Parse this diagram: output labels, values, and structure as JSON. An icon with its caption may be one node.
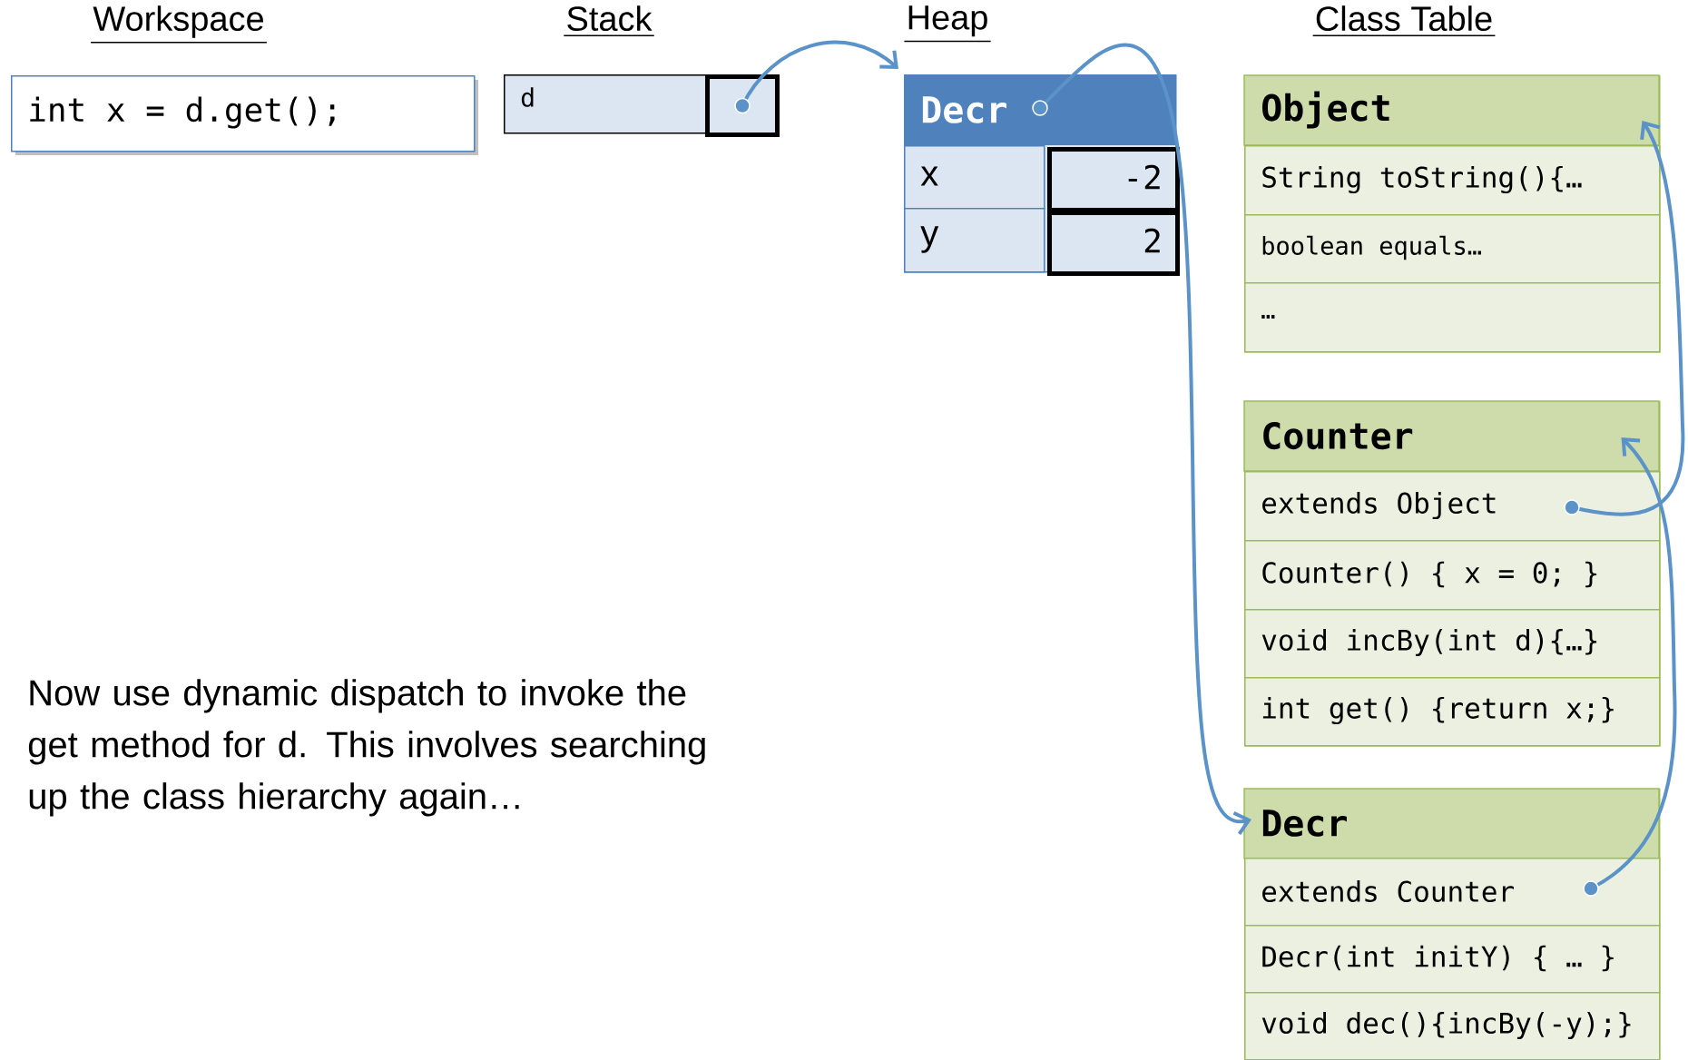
{
  "diagram": {
    "nodes": [
      {
        "text": [
          "int x = d.get();"
        ]
      },
      {
        "text": [
          "d"
        ]
      },
      {
        "text": [],
        "shape": "box"
      },
      {
        "text": [
          "Decr"
        ]
      },
      {
        "text": [
          "x"
        ],
        "in": 3
      },
      {
        "text": [
          "-2"
        ],
        "in": 3
      },
      {
        "text": [
          "y"
        ],
        "in": 3
      },
      {
        "text": [
          "2"
        ],
        "in": 3
      },
      {
        "text": [
          "Object"
        ]
      },
      {
        "text": [
          "String toString(){…"
        ],
        "in": 8
      },
      {
        "text": [
          "boolean equals…"
        ],
        "in": 8
      },
      {
        "text": [
          "…"
        ],
        "in": 8
      },
      {
        "text": [
          "Counter"
        ]
      },
      {
        "text": [
          "extends Object"
        ],
        "in": 12
      },
      {
        "text": [
          "Counter() { x = 0; }"
        ],
        "in": 12
      },
      {
        "text": [
          "void incBy(int d){…}"
        ],
        "in": 12
      },
      {
        "text": [
          "int get() {return x;}"
        ],
        "in": 12
      },
      {
        "text": [
          "Decr"
        ]
      },
      {
        "text": [
          "extends Counter"
        ],
        "in": 17
      },
      {
        "text": [
          "Decr(int initY) { … }"
        ],
        "in": 17
      },
      {
        "text": [
          "void dec(){incBy(-y);}"
        ],
        "in": 17
      }
    ],
    "edges": [
      {
        "from": 2,
        "to": 3,
        "arrow": "to"
      },
      {
        "from": 3,
        "to": 17,
        "arrow": "to"
      },
      {
        "from": 13,
        "to": 8,
        "arrow": "to"
      },
      {
        "from": 18,
        "to": 12,
        "arrow": "to"
      }
    ],
    "labels": [
      "Workspace",
      "Stack",
      "Heap",
      "Class Table",
      "Now use dynamic dispatch to invoke the get method for d. This involves searching up the class hierarchy again…"
    ]
  }
}
